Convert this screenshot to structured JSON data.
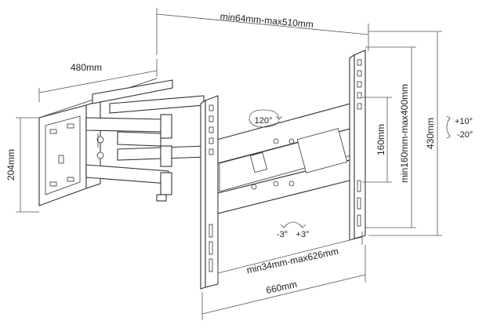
{
  "dimensions": {
    "top_width": "min64mm-max510mm",
    "arm_depth": "480mm",
    "wall_plate_height": "204mm",
    "vesa_horizontal": "min34mm-max626mm",
    "overall_width": "660mm",
    "inner_height": "160mm",
    "vesa_vertical": "min160mm-max400mm",
    "overall_height": "430mm"
  },
  "rotation": {
    "swivel": "120°",
    "tilt_up": "+10°",
    "tilt_down": "-20°",
    "level_left": "-3°",
    "level_right": "+3°"
  }
}
